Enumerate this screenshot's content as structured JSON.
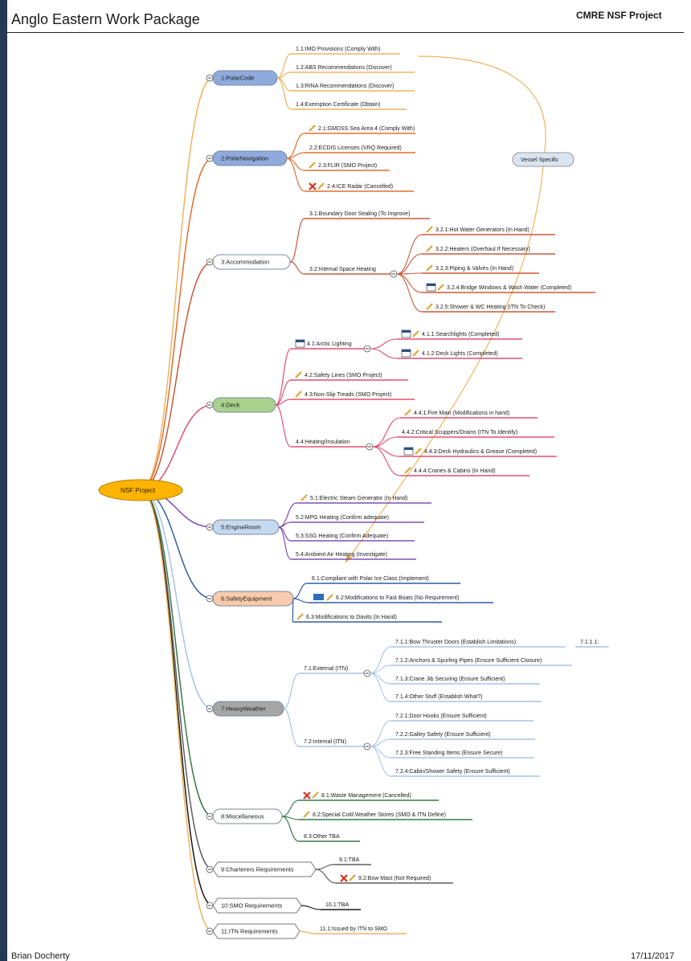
{
  "header": {
    "title": "Anglo Eastern Work Package",
    "project": "CMRE NSF Project"
  },
  "footer": {
    "author": "Brian Docherty",
    "date": "17/11/2017"
  },
  "root": {
    "label": "NSF Project",
    "color": "#ffb400"
  },
  "floating": {
    "label": "Vessel Specific"
  },
  "branches": [
    {
      "label": "1:PolarCode",
      "color": "#f0b35e",
      "fill": "#8faadc",
      "children": [
        {
          "label": "1.1:IMO Provisions (Comply With)"
        },
        {
          "label": "1.2:ABS Recommendations (Discover)"
        },
        {
          "label": "1.3:RINA Recommendations (Discover)"
        },
        {
          "label": "1.4:Exemption Certificate (Obtain)"
        }
      ]
    },
    {
      "label": "2:PolarNavigation",
      "color": "#e07030",
      "fill": "#8faadc",
      "children": [
        {
          "label": "2.1:GMDSS Sea Area 4 (Comply With)",
          "icons": [
            "pencil"
          ]
        },
        {
          "label": "2.2:ECDIS Licenses (VRQ Required)"
        },
        {
          "label": "2.3:FLIR (SMO Project)",
          "icons": [
            "pencil"
          ]
        },
        {
          "label": "2.4:ICE Radar (Cancelled)",
          "icons": [
            "cross",
            "pencil"
          ]
        }
      ]
    },
    {
      "label": "3:Accommodation",
      "color": "#c85a3a",
      "fill": "#ffffff",
      "children": [
        {
          "label": "3.1:Boundary Door Sealing (To Improve)"
        },
        {
          "label": "3.2:Internal Space Heating",
          "children": [
            {
              "label": "3.2.1:Hot Water Generators (In Hand)",
              "icons": [
                "pencil"
              ]
            },
            {
              "label": "3.2.2:Heaters (Overhaul If Necessary)",
              "icons": [
                "pencil"
              ]
            },
            {
              "label": "3.2.3:Piping & Valves (In Hand)",
              "icons": [
                "pencil"
              ]
            },
            {
              "label": "3.2.4:Bridge Windows & Wash Water (Completed)",
              "icons": [
                "calendar",
                "pencil"
              ]
            },
            {
              "label": "3.2.5:Shower & WC Heating (ITN To Check)",
              "icons": [
                "pencil"
              ]
            }
          ]
        }
      ]
    },
    {
      "label": "4:Deck",
      "color": "#e05070",
      "fill": "#a9d18e",
      "children": [
        {
          "label": "4.1:Arctic Lighting",
          "icons": [
            "calendar"
          ],
          "children": [
            {
              "label": "4.1.1:Searchlights (Completed)",
              "icons": [
                "calendar",
                "pencil"
              ]
            },
            {
              "label": "4.1.2:Deck Lights (Completed)",
              "icons": [
                "calendar",
                "pencil"
              ]
            }
          ]
        },
        {
          "label": "4.2:Safety Lines (SMO Project)",
          "icons": [
            "pencil"
          ]
        },
        {
          "label": "4.3:Non-Slip Treads (SMO Project)",
          "icons": [
            "pencil"
          ]
        },
        {
          "label": "4.4:Heating/Insulation",
          "children": [
            {
              "label": "4.4.1:Fire Main (Modifications in hand)",
              "icons": [
                "pencil"
              ]
            },
            {
              "label": "4.4.2:Critical Scuppers/Drains (ITN To Identify)"
            },
            {
              "label": "4.4.3:Deck Hydraulics & Grease (Completed)",
              "icons": [
                "calendar",
                "pencil"
              ]
            },
            {
              "label": "4.4.4:Cranes & Cabins (In Hand)",
              "icons": [
                "pencil"
              ]
            }
          ]
        }
      ]
    },
    {
      "label": "5:EngineRoom",
      "color": "#8050b0",
      "fill": "#c5d9f1",
      "children": [
        {
          "label": "5.1:Electric Steam Generator (In Hand)",
          "icons": [
            "pencil"
          ]
        },
        {
          "label": "5.2:MPG Heating (Confirm adequate)"
        },
        {
          "label": "5.3:SSG Heating (Confirm Adequate)"
        },
        {
          "label": "5.4:Ambient Air Heating (Investigate)"
        }
      ]
    },
    {
      "label": "6:SafetyEquipment",
      "color": "#2f5fa0",
      "fill": "#f8cbad",
      "children": [
        {
          "label": "6.1:Compliant with Polar Ice Class (Implement)"
        },
        {
          "label": "6.2:Modifications to Fast Boats (No Requirement)",
          "icons": [
            "flag",
            "pencil"
          ]
        },
        {
          "label": "6.3:Modifications to Davits (In Hand)",
          "icons": [
            "pencil"
          ]
        }
      ]
    },
    {
      "label": "7:HeavyWeather",
      "color": "#a8c4e4",
      "fill": "#a6a6a6",
      "children": [
        {
          "label": "7.1:External (ITN)",
          "children": [
            {
              "label": "7.1.1:Bow Thruster Doors (Establish Limitations)",
              "children": [
                {
                  "label": "7.1.1.1:"
                }
              ]
            },
            {
              "label": "7.1.2:Anchors & Spurling Pipes (Ensure Sufficient Closure)"
            },
            {
              "label": "7.1.3:Crane Jib Securing (Ensure Sufficient)"
            },
            {
              "label": "7.1.4:Other Stuff (Establish What?)"
            }
          ]
        },
        {
          "label": "7.2:Internal (ITN)",
          "children": [
            {
              "label": "7.2.1:Door Hooks (Ensure Sufficient)"
            },
            {
              "label": "7.2.2:Galley Safety (Ensure Sufficient)"
            },
            {
              "label": "7.2.3:Free Standing Items (Ensure Secure)"
            },
            {
              "label": "7.2.4:Cabin/Shower Safety (Ensure Sufficient)"
            }
          ]
        }
      ]
    },
    {
      "label": "8:Miscellaneous",
      "color": "#3a7a4a",
      "fill": "#ffffff",
      "children": [
        {
          "label": "8.1:Waste Management (Cancelled)",
          "icons": [
            "cross",
            "pencil"
          ]
        },
        {
          "label": "8.2:Special Cold Weather Stores (SMO & ITN Define)",
          "icons": [
            "pencil"
          ]
        },
        {
          "label": "8.3:Other TBA"
        }
      ]
    },
    {
      "label": "9:Charterers Requirements",
      "color": "#606060",
      "fill": "#ffffff",
      "children": [
        {
          "label": "9.1:TBA"
        },
        {
          "label": "9.2:Bow Mast (Not Required)",
          "icons": [
            "cross",
            "pencil"
          ]
        }
      ]
    },
    {
      "label": "10:SMO Requirements",
      "color": "#1a1a1a",
      "fill": "#ffffff",
      "children": [
        {
          "label": "10.1:TBA"
        }
      ]
    },
    {
      "label": "11:ITN Requirements",
      "color": "#f0b35e",
      "fill": "#ffffff",
      "children": [
        {
          "label": "11.1:Issued by ITN to SMO"
        }
      ]
    }
  ]
}
